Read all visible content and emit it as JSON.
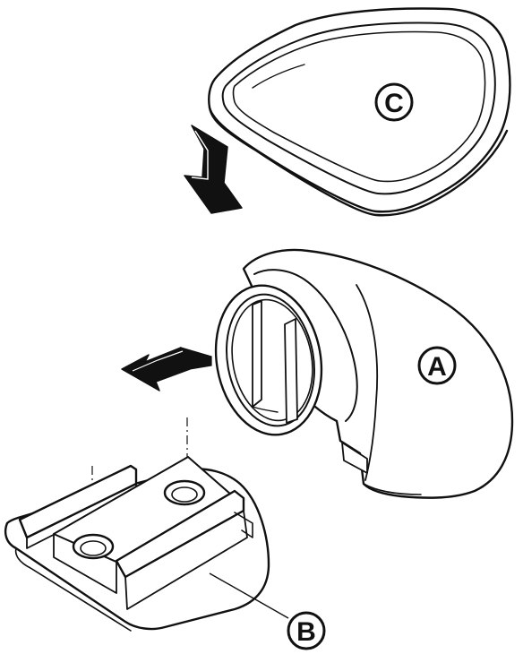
{
  "diagram": {
    "callouts": [
      {
        "id": "A",
        "label": "A"
      },
      {
        "id": "B",
        "label": "B"
      },
      {
        "id": "C",
        "label": "C"
      }
    ],
    "colors": {
      "line": "#111111",
      "fill": "#ffffff",
      "arrow": "#111111"
    }
  }
}
